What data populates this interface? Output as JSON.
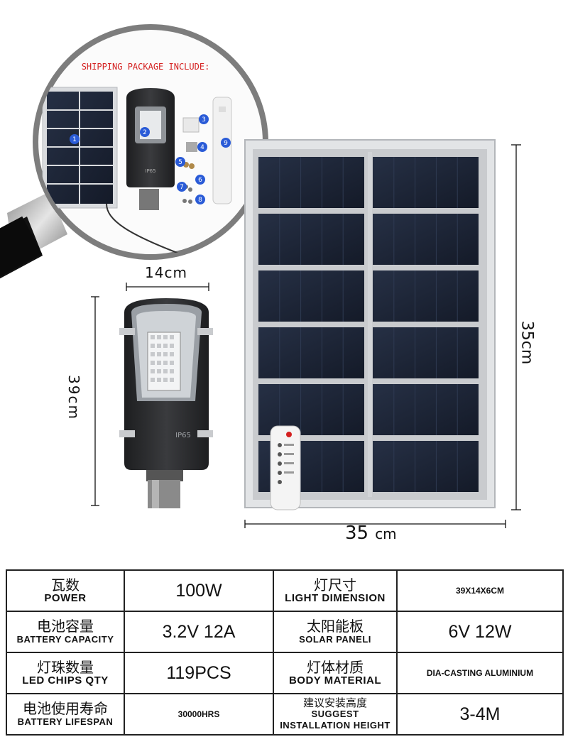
{
  "callout": {
    "title": "SHIPPING PACKAGE INCLUDE:",
    "item_numbers": [
      "1",
      "2",
      "3",
      "4",
      "5",
      "6",
      "7",
      "8",
      "9"
    ],
    "lamp_rating": "IP65"
  },
  "dimensions": {
    "lamp_width": "14cm",
    "lamp_height": "39cm",
    "panel_height": "35cm",
    "panel_width_value": "35",
    "panel_width_unit": "cm"
  },
  "lamp": {
    "rating": "IP65"
  },
  "specs": [
    {
      "cn": "瓦数",
      "en": "POWER",
      "value": "100W",
      "cn2": "灯尺寸",
      "en2": "LIGHT DIMENSION",
      "value2": "39X14X6CM"
    },
    {
      "cn": "电池容量",
      "en": "BATTERY CAPACITY",
      "value": "3.2V 12A",
      "cn2": "太阳能板",
      "en2": "SOLAR PANELI",
      "value2": "6V 12W"
    },
    {
      "cn": "灯珠数量",
      "en": "LED CHIPS QTY",
      "value": "119PCS",
      "cn2": "灯体材质",
      "en2": "BODY MATERIAL",
      "value2": "DIA-CASTING ALUMINIUM"
    },
    {
      "cn": "电池使用寿命",
      "en": "BATTERY LIFESPAN",
      "value": "30000HRS",
      "cn2": "建议安装高度",
      "en2a": "SUGGEST",
      "en2b": "INSTALLATION HEIGHT",
      "value2": "3-4M"
    }
  ],
  "colors": {
    "panel_cell": "#1c2233",
    "panel_frame": "#d7d9dc",
    "lamp_body": "#2b2c2e",
    "callout_red": "#d42020",
    "badge_blue": "#2a5bd7"
  }
}
